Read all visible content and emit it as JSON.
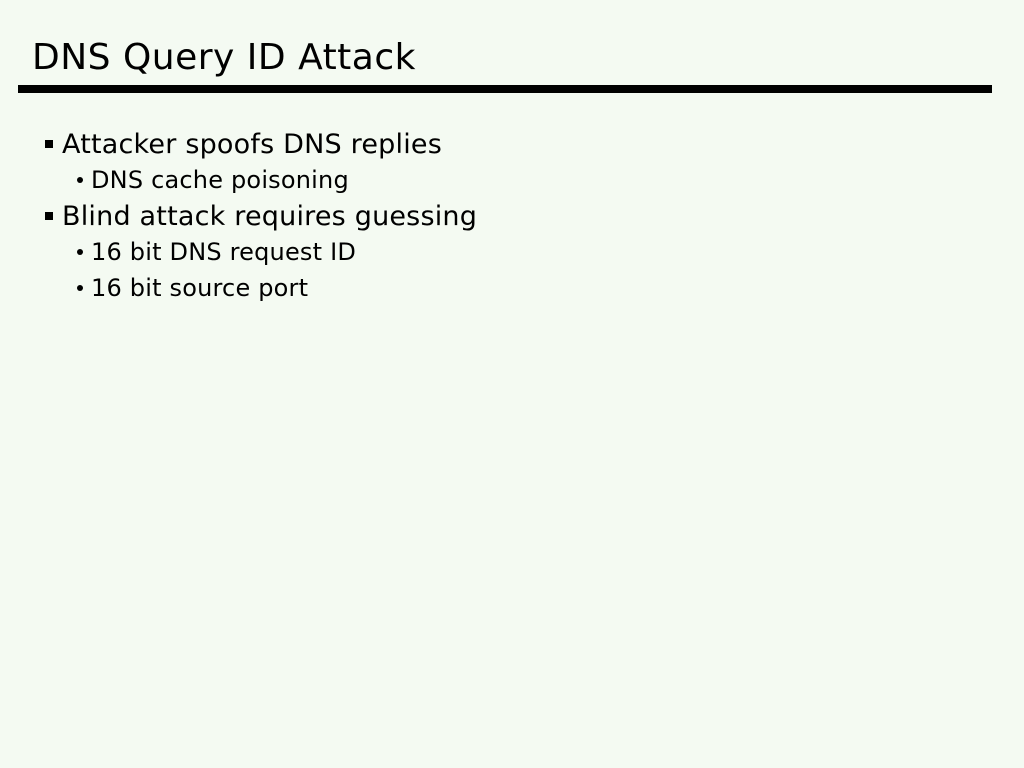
{
  "slide": {
    "title": "DNS Query ID Attack",
    "colors": {
      "background": "#f4faf2",
      "text": "#000000",
      "rule": "#000000"
    },
    "bullets": [
      {
        "level": 1,
        "text": "Attacker spoofs DNS replies"
      },
      {
        "level": 2,
        "text": "DNS cache poisoning"
      },
      {
        "level": 1,
        "text": "Blind attack requires guessing"
      },
      {
        "level": 2,
        "text": "16 bit DNS request ID"
      },
      {
        "level": 2,
        "text": "16 bit source port"
      }
    ]
  }
}
